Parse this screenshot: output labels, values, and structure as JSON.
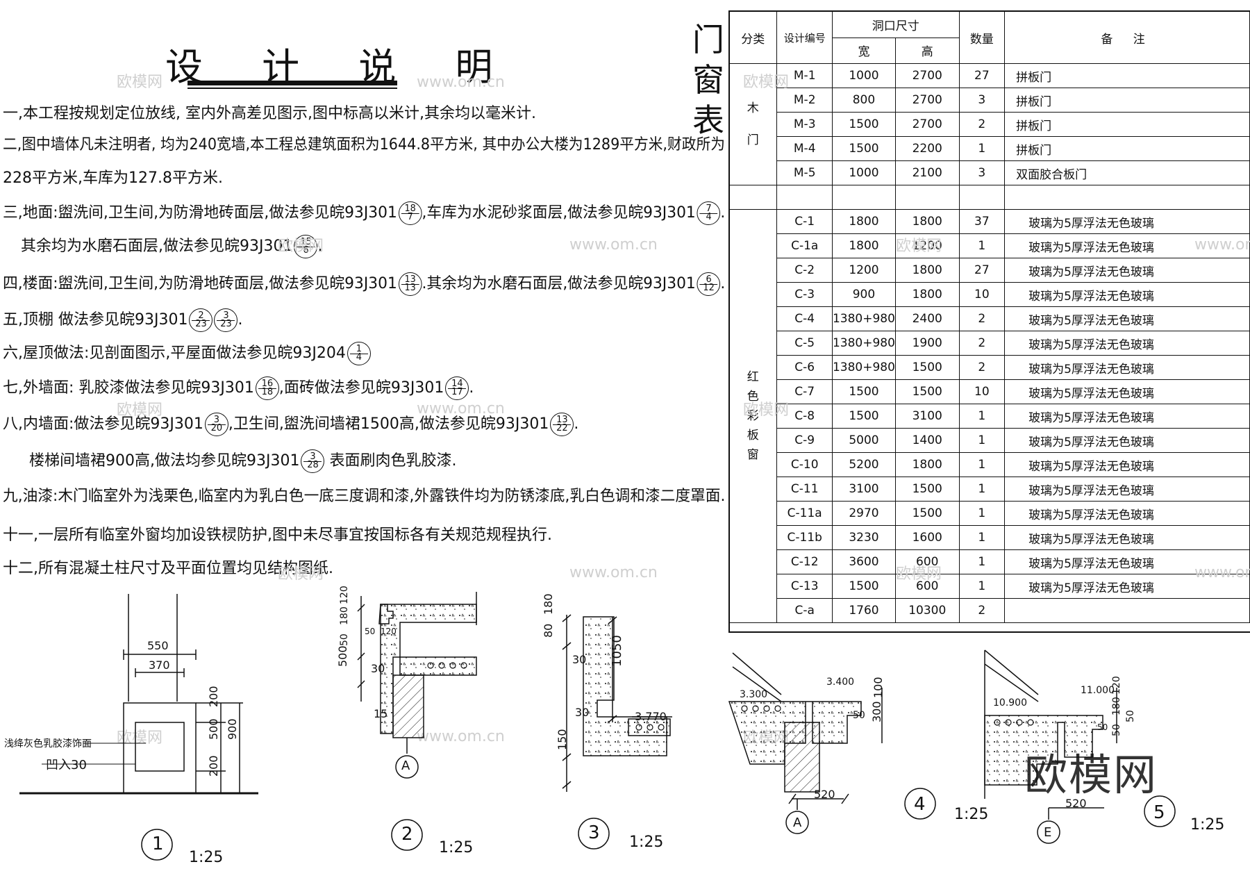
{
  "design_notes": {
    "title": "设 计 说 明",
    "items": [
      {
        "text": "一,本工程按规划定位放线, 室内外高差见图示,图中标高以米计,其余均以毫米计."
      },
      {
        "text": "二,图中墙体凡未注明者, 均为240宽墙,本工程总建筑面积为1644.8平方米, 其中办公大楼为1289平方米,财政所为"
      },
      {
        "text": "228平方米,车库为127.8平方米."
      },
      {
        "text": "三,地面:盥洗间,卫生间,为防滑地砖面层,做法参见皖93J301",
        "refs": [
          [
            "18",
            "7"
          ]
        ],
        "mid": ",车库为水泥砂浆面层,做法参见皖93J301",
        "refs2": [
          [
            "7",
            "4"
          ]
        ],
        "tail": "."
      },
      {
        "text": "其余均为水磨石面层,做法参见皖93J301",
        "refs": [
          [
            "15",
            "6"
          ]
        ],
        "tail": "."
      },
      {
        "text": "四,楼面:盥洗间,卫生间,为防滑地砖面层,做法参见皖93J301",
        "refs": [
          [
            "13",
            "13"
          ]
        ],
        "mid": ".其余均为水磨石面层,做法参见皖93J301",
        "refs2": [
          [
            "6",
            "12"
          ]
        ],
        "tail": "."
      },
      {
        "text": "五,顶棚 做法参见皖93J301",
        "refs": [
          [
            "2",
            "23"
          ],
          [
            "3",
            "23"
          ]
        ],
        "tail": "."
      },
      {
        "text": "六,屋顶做法:见剖面图示,平屋面做法参见皖93J204",
        "refs": [
          [
            "1",
            "4"
          ]
        ],
        "tail": ""
      },
      {
        "text": "七,外墙面: 乳胶漆做法参见皖93J301",
        "refs": [
          [
            "16",
            "18"
          ]
        ],
        "mid": ",面砖做法参见皖93J301",
        "refs2": [
          [
            "14",
            "17"
          ]
        ],
        "tail": "."
      },
      {
        "text": "八,内墙面:做法参见皖93J301",
        "refs": [
          [
            "3",
            "20"
          ]
        ],
        "mid": ",卫生间,盥洗间墙裙1500高,做法参见皖93J301",
        "refs2": [
          [
            "13",
            "22"
          ]
        ],
        "tail": "."
      },
      {
        "text": "楼梯间墙裙900高,做法均参见皖93J301",
        "refs": [
          [
            "3",
            "28"
          ]
        ],
        "tail": " 表面刷肉色乳胶漆."
      },
      {
        "text": "九,油漆:木门临室外为浅栗色,临室内为乳白色一底三度调和漆,外露铁件均为防锈漆底,乳白色调和漆二度罩面."
      },
      {
        "text": "十一,一层所有临室外窗均加设铁棂防护,图中未尽事宜按国标各有关规范规程执行."
      },
      {
        "text": "十二,所有混凝土柱尺寸及平面位置均见结构图纸."
      }
    ]
  },
  "table": {
    "title": "门窗表",
    "headers": {
      "category": "分类",
      "code": "设计编号",
      "opening": "洞口尺寸",
      "width": "宽",
      "height": "高",
      "qty": "数量",
      "remark": "备  注"
    },
    "wood_door_label": [
      "木",
      "门"
    ],
    "color_window_label": [
      "红",
      "色",
      "彩",
      "板",
      "窗"
    ],
    "doors": [
      {
        "code": "M-1",
        "w": "1000",
        "h": "2700",
        "qty": "27",
        "remark": "拼板门"
      },
      {
        "code": "M-2",
        "w": "800",
        "h": "2700",
        "qty": "3",
        "remark": "拼板门"
      },
      {
        "code": "M-3",
        "w": "1500",
        "h": "2700",
        "qty": "2",
        "remark": "拼板门"
      },
      {
        "code": "M-4",
        "w": "1500",
        "h": "2200",
        "qty": "1",
        "remark": "拼板门"
      },
      {
        "code": "M-5",
        "w": "1000",
        "h": "2100",
        "qty": "3",
        "remark": "双面胶合板门"
      }
    ],
    "windows": [
      {
        "code": "C-1",
        "w": "1800",
        "h": "1800",
        "qty": "37",
        "remark": "玻璃为5厚浮法无色玻璃"
      },
      {
        "code": "C-1a",
        "w": "1800",
        "h": "1200",
        "qty": "1",
        "remark": "玻璃为5厚浮法无色玻璃"
      },
      {
        "code": "C-2",
        "w": "1200",
        "h": "1800",
        "qty": "27",
        "remark": "玻璃为5厚浮法无色玻璃"
      },
      {
        "code": "C-3",
        "w": "900",
        "h": "1800",
        "qty": "10",
        "remark": "玻璃为5厚浮法无色玻璃"
      },
      {
        "code": "C-4",
        "w": "1380+980",
        "h": "2400",
        "qty": "2",
        "remark": "玻璃为5厚浮法无色玻璃"
      },
      {
        "code": "C-5",
        "w": "1380+980",
        "h": "1900",
        "qty": "2",
        "remark": "玻璃为5厚浮法无色玻璃"
      },
      {
        "code": "C-6",
        "w": "1380+980",
        "h": "1500",
        "qty": "2",
        "remark": "玻璃为5厚浮法无色玻璃"
      },
      {
        "code": "C-7",
        "w": "1500",
        "h": "1500",
        "qty": "10",
        "remark": "玻璃为5厚浮法无色玻璃"
      },
      {
        "code": "C-8",
        "w": "1500",
        "h": "3100",
        "qty": "1",
        "remark": "玻璃为5厚浮法无色玻璃"
      },
      {
        "code": "C-9",
        "w": "5000",
        "h": "1400",
        "qty": "1",
        "remark": "玻璃为5厚浮法无色玻璃"
      },
      {
        "code": "C-10",
        "w": "5200",
        "h": "1800",
        "qty": "1",
        "remark": "玻璃为5厚浮法无色玻璃"
      },
      {
        "code": "C-11",
        "w": "3100",
        "h": "1500",
        "qty": "1",
        "remark": "玻璃为5厚浮法无色玻璃"
      },
      {
        "code": "C-11a",
        "w": "2970",
        "h": "1500",
        "qty": "1",
        "remark": "玻璃为5厚浮法无色玻璃"
      },
      {
        "code": "C-11b",
        "w": "3230",
        "h": "1600",
        "qty": "1",
        "remark": "玻璃为5厚浮法无色玻璃"
      },
      {
        "code": "C-12",
        "w": "3600",
        "h": "600",
        "qty": "1",
        "remark": "玻璃为5厚浮法无色玻璃"
      },
      {
        "code": "C-13",
        "w": "1500",
        "h": "600",
        "qty": "1",
        "remark": "玻璃为5厚浮法无色玻璃"
      },
      {
        "code": "C-a",
        "w": "1760",
        "h": "10300",
        "qty": "2",
        "remark": ""
      }
    ]
  },
  "details": {
    "d1": {
      "num": "1",
      "scale": "1:25",
      "dims": [
        "550",
        "370",
        "200",
        "500",
        "200",
        "900"
      ],
      "note1": "浅绛灰色乳胶漆饰面",
      "note2": "凹入30"
    },
    "d2": {
      "num": "2",
      "scale": "1:25",
      "axis": "A",
      "dims": [
        "120",
        "180",
        "50",
        "50",
        "120",
        "500",
        "30",
        "15"
      ]
    },
    "d3": {
      "num": "3",
      "scale": "1:25",
      "dims": [
        "180",
        "80",
        "30",
        "1050",
        "30",
        "150"
      ],
      "level": "3.770"
    },
    "d4": {
      "num": "4",
      "scale": "1:25",
      "axis": "A",
      "levels": [
        "3.300",
        "3.400"
      ],
      "dims": [
        "100",
        "300",
        "50",
        "520"
      ]
    },
    "d5": {
      "num": "5",
      "scale": "1:25",
      "axis": "E",
      "levels": [
        "10.900",
        "11.000"
      ],
      "dims": [
        "120",
        "180",
        "50",
        "50",
        "50",
        "520"
      ]
    }
  },
  "watermark": {
    "brand": "欧模网",
    "url": "www.om.cn"
  }
}
